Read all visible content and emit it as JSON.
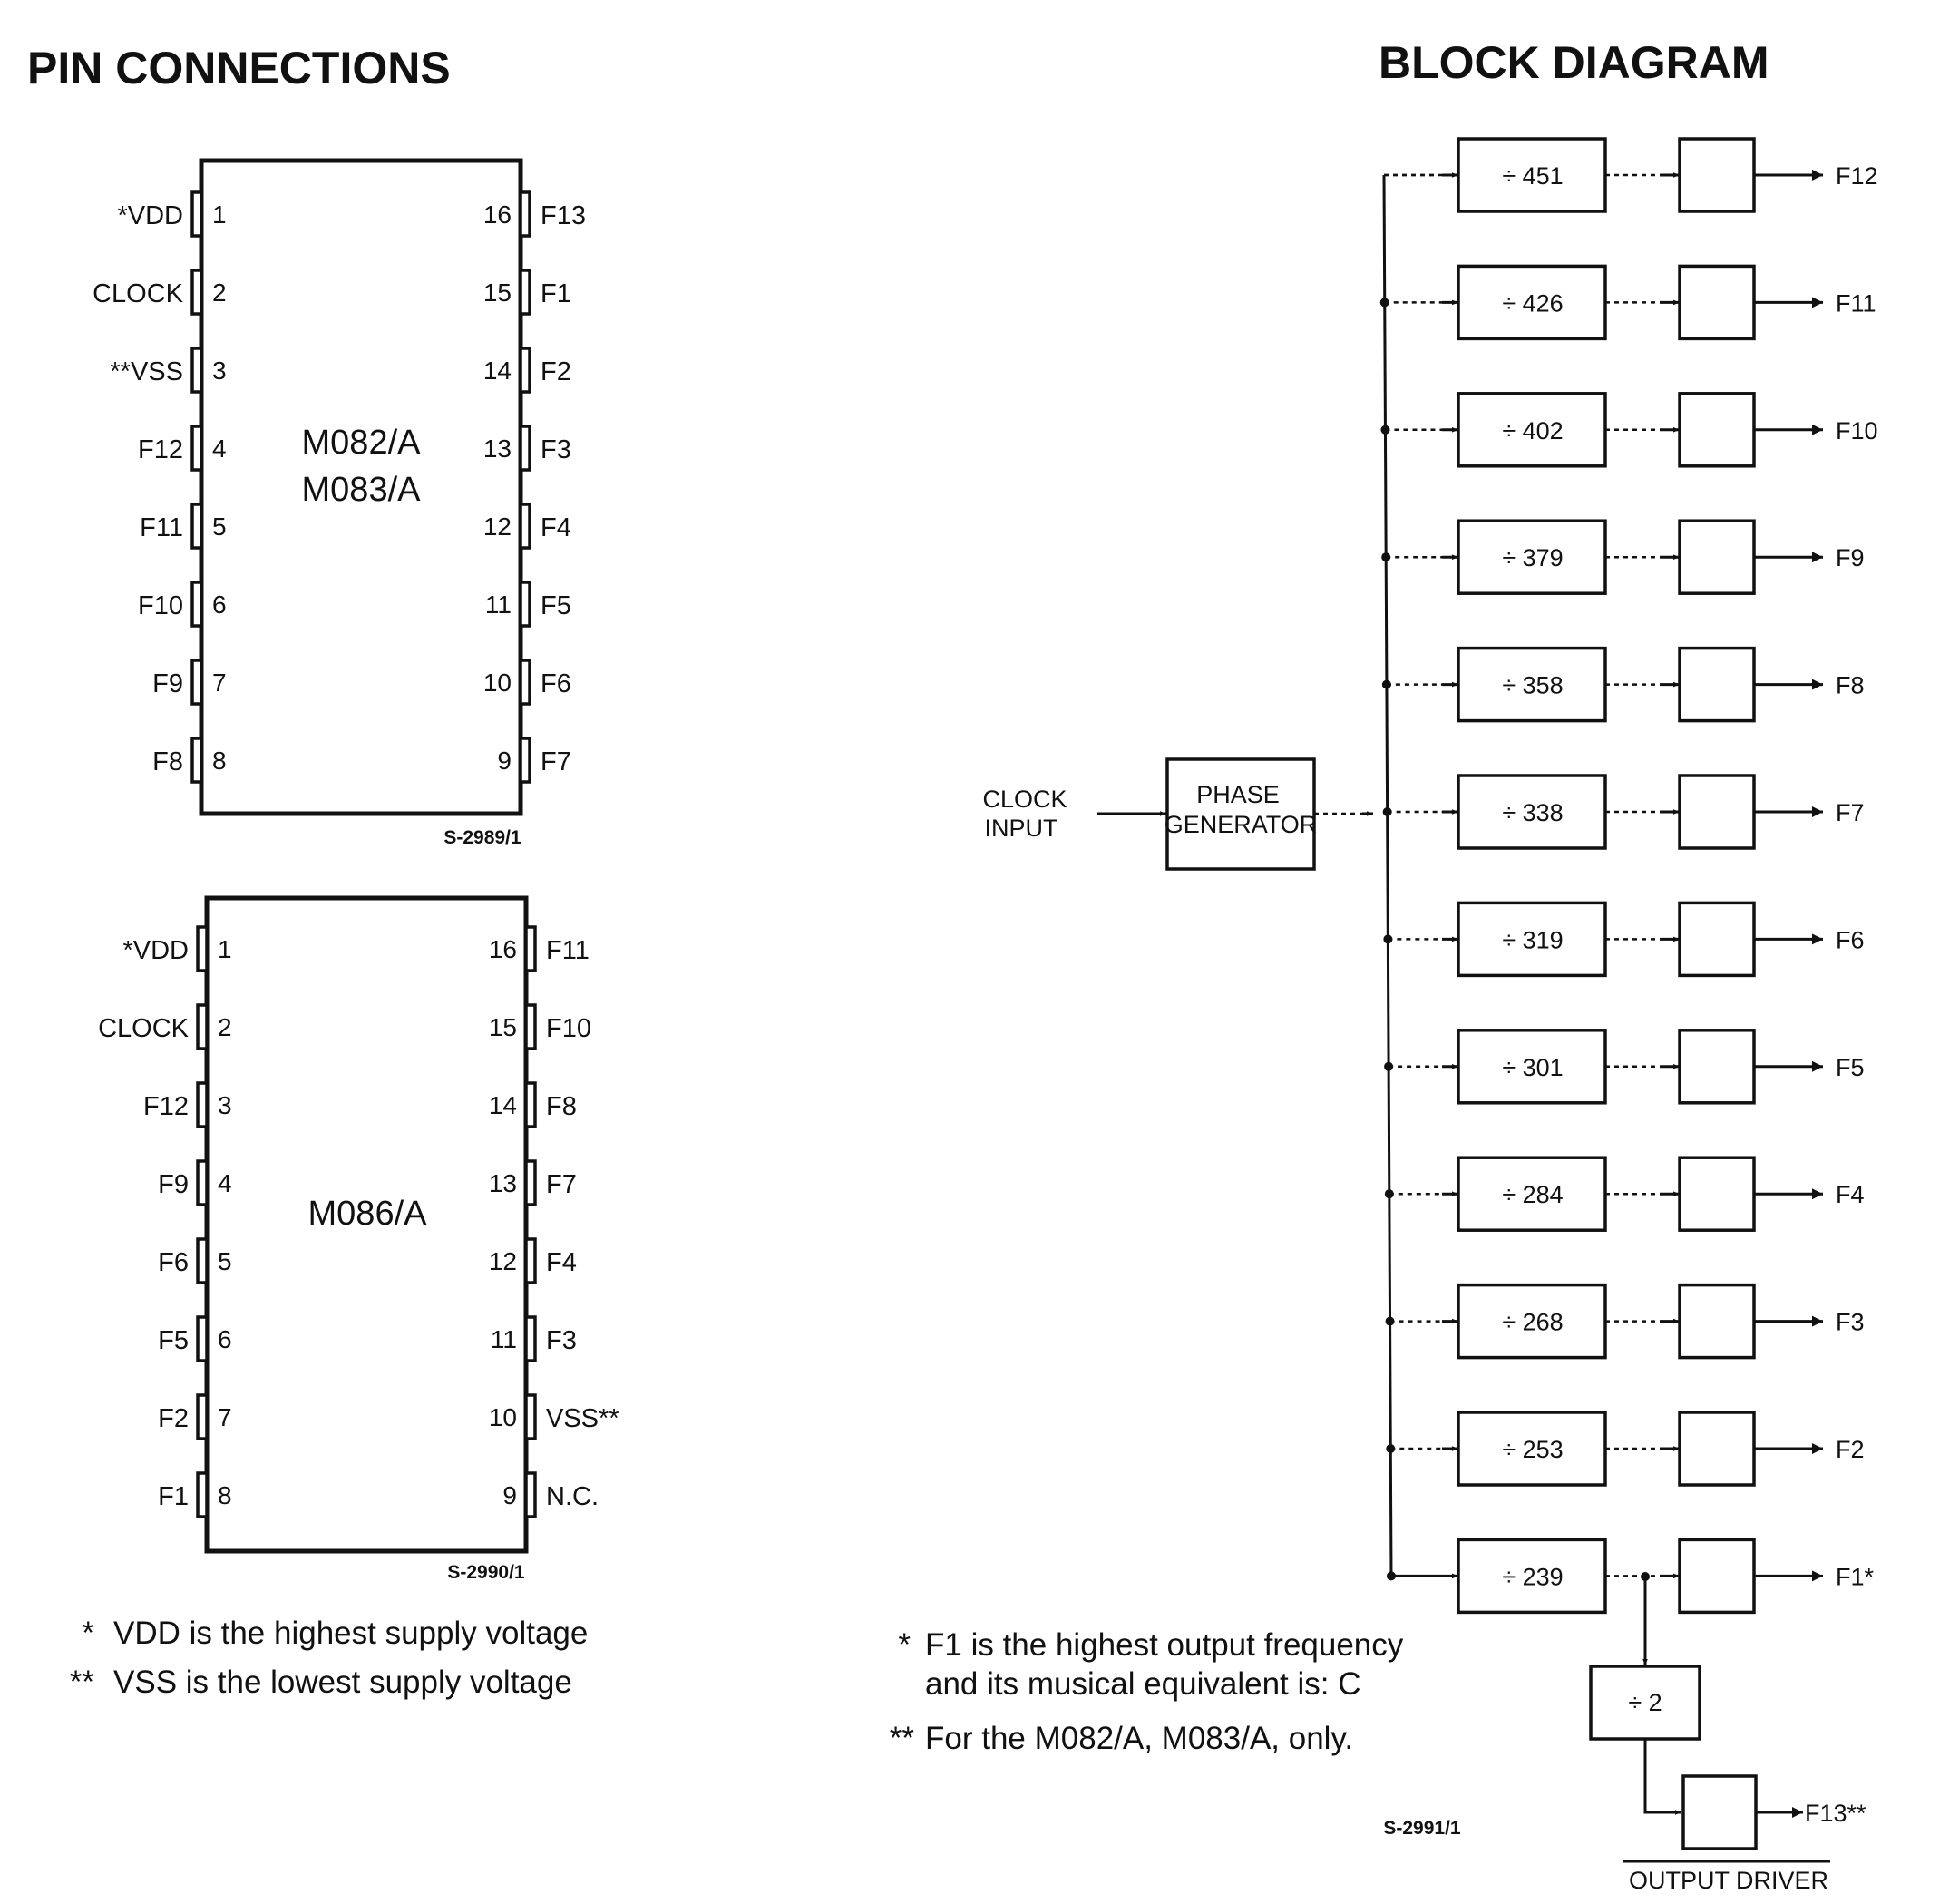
{
  "pin_connections": {
    "title": "PIN CONNECTIONS",
    "chip1": {
      "name_line1": "M082/A",
      "name_line2": "M083/A",
      "ref": "S-2989/1",
      "left_pins": [
        {
          "num": "1",
          "label": "*VDD"
        },
        {
          "num": "2",
          "label": "CLOCK"
        },
        {
          "num": "3",
          "label": "**VSS"
        },
        {
          "num": "4",
          "label": "F12"
        },
        {
          "num": "5",
          "label": "F11"
        },
        {
          "num": "6",
          "label": "F10"
        },
        {
          "num": "7",
          "label": "F9"
        },
        {
          "num": "8",
          "label": "F8"
        }
      ],
      "right_pins": [
        {
          "num": "16",
          "label": "F13"
        },
        {
          "num": "15",
          "label": "F1"
        },
        {
          "num": "14",
          "label": "F2"
        },
        {
          "num": "13",
          "label": "F3"
        },
        {
          "num": "12",
          "label": "F4"
        },
        {
          "num": "11",
          "label": "F5"
        },
        {
          "num": "10",
          "label": "F6"
        },
        {
          "num": "9",
          "label": "F7"
        }
      ]
    },
    "chip2": {
      "name_line1": "M086/A",
      "ref": "S-2990/1",
      "left_pins": [
        {
          "num": "1",
          "label": "*VDD"
        },
        {
          "num": "2",
          "label": "CLOCK"
        },
        {
          "num": "3",
          "label": "F12"
        },
        {
          "num": "4",
          "label": "F9"
        },
        {
          "num": "5",
          "label": "F6"
        },
        {
          "num": "6",
          "label": "F5"
        },
        {
          "num": "7",
          "label": "F2"
        },
        {
          "num": "8",
          "label": "F1"
        }
      ],
      "right_pins": [
        {
          "num": "16",
          "label": "F11"
        },
        {
          "num": "15",
          "label": "F10"
        },
        {
          "num": "14",
          "label": "F8"
        },
        {
          "num": "13",
          "label": "F7"
        },
        {
          "num": "12",
          "label": "F4"
        },
        {
          "num": "11",
          "label": "F3"
        },
        {
          "num": "10",
          "label": "VSS**"
        },
        {
          "num": "9",
          "label": "N.C."
        }
      ]
    },
    "notes": [
      {
        "mark": "*",
        "text": "VDD is the highest supply voltage"
      },
      {
        "mark": "**",
        "text": "VSS is the lowest supply voltage"
      }
    ]
  },
  "block_diagram": {
    "title": "BLOCK DIAGRAM",
    "clock_input_line1": "CLOCK",
    "clock_input_line2": "INPUT",
    "phase_gen_line1": "PHASE",
    "phase_gen_line2": "GENERATOR",
    "dividers": [
      {
        "div": "÷ 451",
        "out": "F12"
      },
      {
        "div": "÷ 426",
        "out": "F11"
      },
      {
        "div": "÷ 402",
        "out": "F10"
      },
      {
        "div": "÷ 379",
        "out": "F9"
      },
      {
        "div": "÷ 358",
        "out": "F8"
      },
      {
        "div": "÷ 338",
        "out": "F7"
      },
      {
        "div": "÷ 319",
        "out": "F6"
      },
      {
        "div": "÷ 301",
        "out": "F5"
      },
      {
        "div": "÷ 284",
        "out": "F4"
      },
      {
        "div": "÷ 268",
        "out": "F3"
      },
      {
        "div": "÷ 253",
        "out": "F2"
      },
      {
        "div": "÷ 239",
        "out": "F1*"
      }
    ],
    "div2_label": "÷ 2",
    "f13_label": "F13**",
    "output_driver_label": "OUTPUT  DRIVER",
    "ref": "S-2991/1",
    "notes": [
      {
        "mark": "*",
        "line1": "F1 is the highest output frequency",
        "line2": "and its musical equivalent is: C"
      },
      {
        "mark": "**",
        "line1": "For the M082/A, M083/A, only."
      }
    ]
  }
}
